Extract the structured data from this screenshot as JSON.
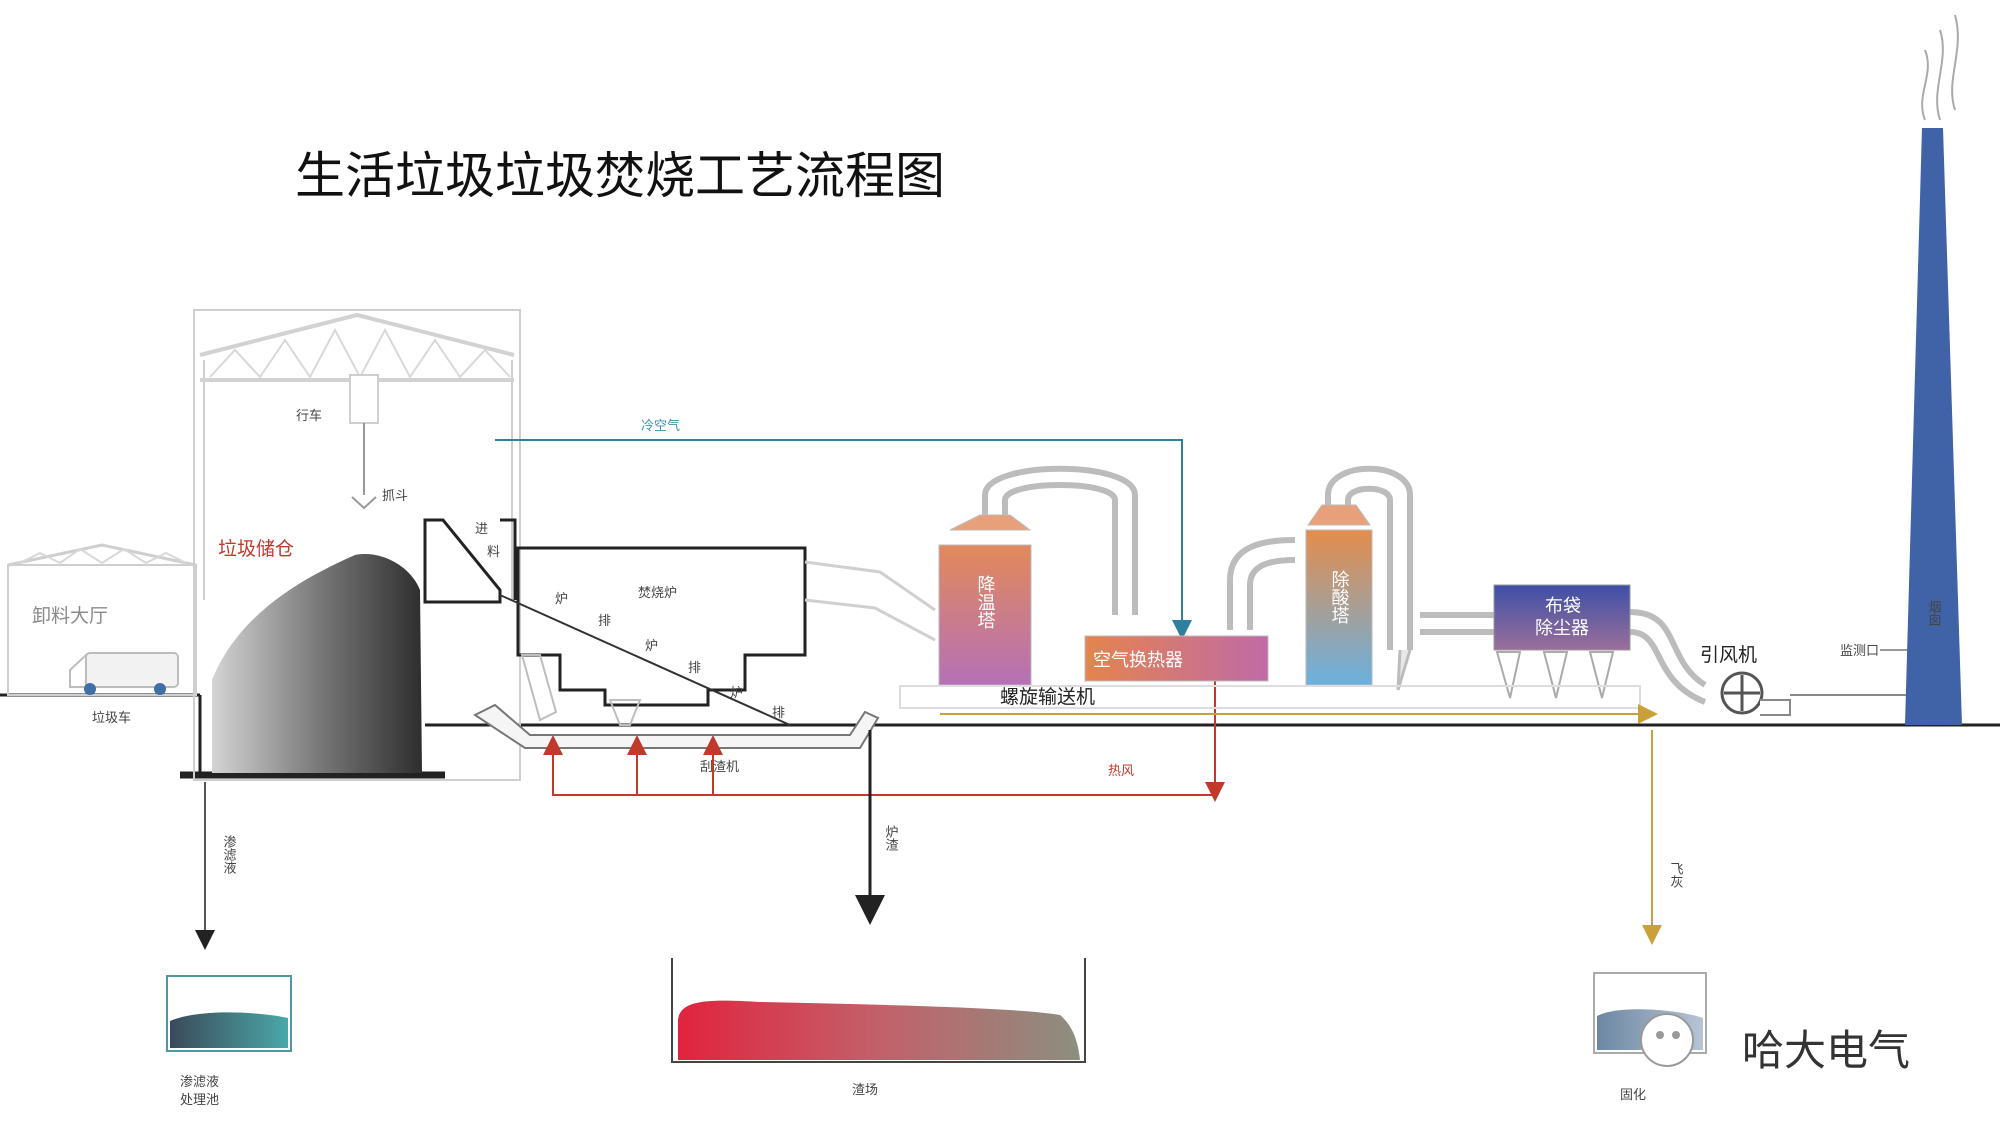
{
  "title": "生活垃圾垃圾焚烧工艺流程图",
  "labels": {
    "crane": "行车",
    "grab": "抓斗",
    "bunker": "垃圾储仓",
    "unloading_hall": "卸料大厅",
    "truck": "垃圾车",
    "feeder_1": "进",
    "feeder_2": "料",
    "furnace": "焚烧炉",
    "grate_1": "炉",
    "grate_2": "排",
    "grate_3": "炉",
    "grate_4": "排",
    "grate_5": "炉",
    "grate_6": "排",
    "slag_remover": "刮渣机",
    "cold_air": "冷空气",
    "hot_air": "热风",
    "cooling_tower": "降温塔",
    "air_heat_exchanger": "空气换热器",
    "deacid_tower": "除酸塔",
    "bag_filter_1": "布袋",
    "bag_filter_2": "除尘器",
    "induced_fan": "引风机",
    "chimney": "烟囱",
    "sampling_port": "监测口",
    "conveyor": "螺旋输送机",
    "leachate_flow": "渗滤液",
    "slag_flow": "炉渣",
    "flyash_flow": "飞灰",
    "leachate_pool_1": "渗滤液",
    "leachate_pool_2": "处理池",
    "slag_yard": "渣场",
    "solidify": "固化",
    "watermark": "哈大电气"
  },
  "colors": {
    "cooling_tower_top": "#e3895a",
    "cooling_tower_bottom": "#b570b8",
    "exchanger_top": "#e4844e",
    "exchanger_bottom": "#c06aa8",
    "deacid_top": "#e48c4c",
    "deacid_bottom": "#6ab1e0",
    "bagfilter": "#4d5dae",
    "chimney": "#3f63a6",
    "cold_air_line": "#3c8db0",
    "hot_air_line": "#c0392b",
    "slag_heap_left": "#e0243e",
    "slag_heap_right": "#8b8f7f"
  }
}
